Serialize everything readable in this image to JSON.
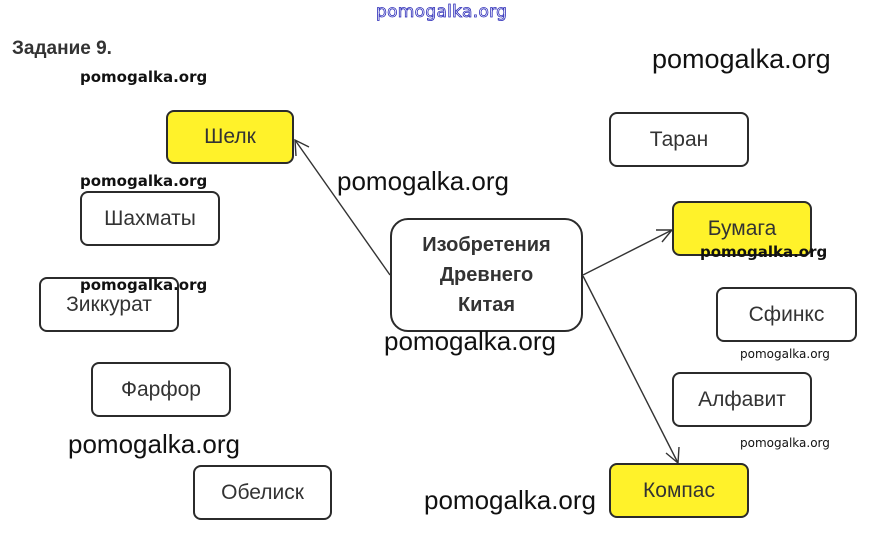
{
  "header": {
    "site_watermark": "pomogalka.org",
    "task_title": "Задание 9."
  },
  "center_node": {
    "lines": [
      "Изобретения",
      "Древнего",
      "Китая"
    ]
  },
  "nodes": [
    {
      "id": "silk",
      "label": "Шелк",
      "highlighted": true
    },
    {
      "id": "chess",
      "label": "Шахматы",
      "highlighted": false
    },
    {
      "id": "ziggurat",
      "label": "Зиккурат",
      "highlighted": false
    },
    {
      "id": "porcelain",
      "label": "Фарфор",
      "highlighted": false
    },
    {
      "id": "obelisk",
      "label": "Обелиск",
      "highlighted": false
    },
    {
      "id": "ram",
      "label": "Таран",
      "highlighted": false
    },
    {
      "id": "paper",
      "label": "Бумага",
      "highlighted": true
    },
    {
      "id": "sphinx",
      "label": "Сфинкс",
      "highlighted": false
    },
    {
      "id": "alphabet",
      "label": "Алфавит",
      "highlighted": false
    },
    {
      "id": "compass",
      "label": "Компас",
      "highlighted": true
    }
  ],
  "arrows": [
    {
      "from": "center",
      "to": "silk"
    },
    {
      "from": "center",
      "to": "paper"
    },
    {
      "from": "center",
      "to": "compass"
    }
  ],
  "watermarks": [
    "pomogalka.org",
    "pomogalka.org",
    "pomogalka.org",
    "pomogalka.org",
    "pomogalka.org",
    "pomogalka.org",
    "pomogalka.org",
    "pomogalka.org",
    "pomogalka.org",
    "pomogalka.org",
    "pomogalka.org"
  ],
  "colors": {
    "highlight": "#fff22a",
    "border": "#2b2b2b",
    "watermark_top": "#2a2ab8"
  }
}
